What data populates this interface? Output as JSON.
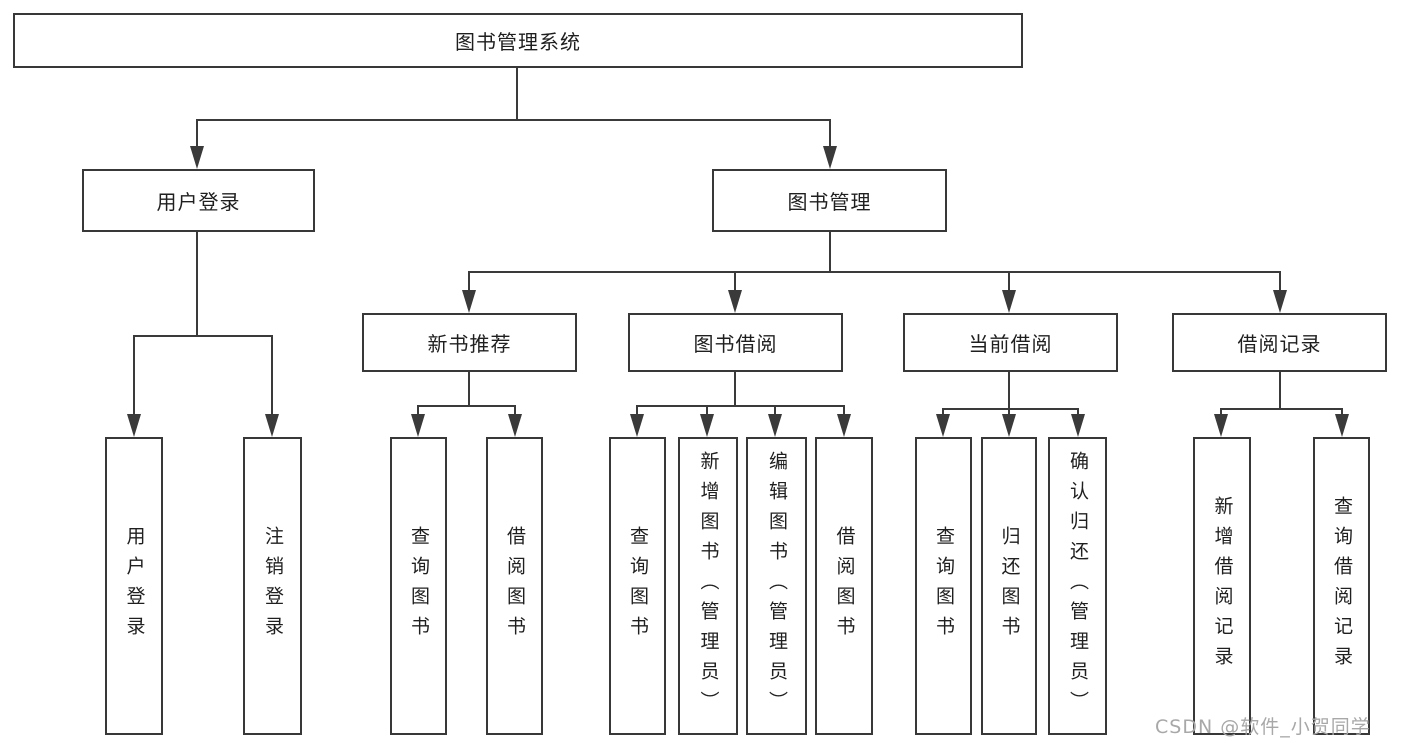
{
  "diagram_type": "functional-structure-tree",
  "colors": {
    "background": "#ffffff",
    "line": "#3a3a3a",
    "box_border": "#383838",
    "text": "#1f1f1f",
    "watermark": "#a8a8a8"
  },
  "tree": {
    "root": {
      "label": "图书管理系统",
      "children": [
        {
          "label": "用户登录",
          "children": [
            {
              "label": "用户登录"
            },
            {
              "label": "注销登录"
            }
          ]
        },
        {
          "label": "图书管理",
          "children": [
            {
              "label": "新书推荐",
              "children": [
                {
                  "label": "查询图书"
                },
                {
                  "label": "借阅图书"
                }
              ]
            },
            {
              "label": "图书借阅",
              "children": [
                {
                  "label": "查询图书"
                },
                {
                  "label": "新增图书（管理员）"
                },
                {
                  "label": "编辑图书（管理员）"
                },
                {
                  "label": "借阅图书"
                }
              ]
            },
            {
              "label": "当前借阅",
              "children": [
                {
                  "label": "查询图书"
                },
                {
                  "label": "归还图书"
                },
                {
                  "label": "确认归还（管理员）"
                }
              ]
            },
            {
              "label": "借阅记录",
              "children": [
                {
                  "label": "新增借阅记录"
                },
                {
                  "label": "查询借阅记录"
                }
              ]
            }
          ]
        }
      ]
    }
  },
  "watermark": {
    "text": "CSDN @软件_小贺同学"
  }
}
